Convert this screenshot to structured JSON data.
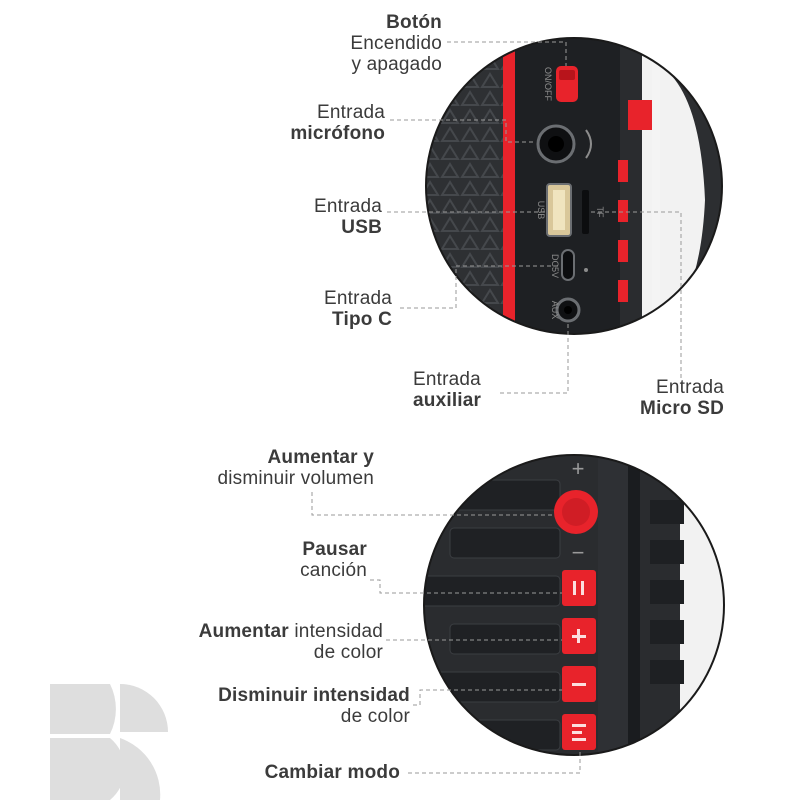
{
  "colors": {
    "accent_red": "#e8232b",
    "body_dark": "#2b2d30",
    "panel_dark": "#1d1f22",
    "leader": "#9a9a9a",
    "text": "#3b3b3b",
    "logo_gray": "#d6d6d6"
  },
  "top_labels": {
    "power": {
      "bold": "Botón",
      "line2": "Encendido",
      "line3": "y apagado"
    },
    "mic": {
      "light": "Entrada",
      "bold": "micrófono"
    },
    "usb": {
      "light": "Entrada",
      "bold": "USB"
    },
    "typec": {
      "light": "Entrada",
      "bold": "Tipo C"
    },
    "aux": {
      "light": "Entrada",
      "bold": "auxiliar"
    },
    "microsd": {
      "light": "Entrada",
      "bold": "Micro SD"
    }
  },
  "bottom_labels": {
    "volume": {
      "bold": "Aumentar y",
      "light": "disminuir volumen"
    },
    "pause": {
      "bold": "Pausar",
      "light": "canción"
    },
    "brightness_up": {
      "bold": "Aumentar",
      "light_inline": "intensidad",
      "light": "de color"
    },
    "brightness_down": {
      "bold": "Disminuir intensidad",
      "light": "de color"
    },
    "mode": {
      "bold": "Cambiar modo"
    }
  },
  "device_print": {
    "on_off": "ON/OFF",
    "usb": "USB",
    "tf": "TF",
    "dc5v": "DC5V",
    "aux": "AUX",
    "plus": "+",
    "minus": "−"
  },
  "button_icons": [
    "pause-icon",
    "plus-icon",
    "minus-icon",
    "mode-icon"
  ],
  "logo_icon": "brand-logo-icon"
}
